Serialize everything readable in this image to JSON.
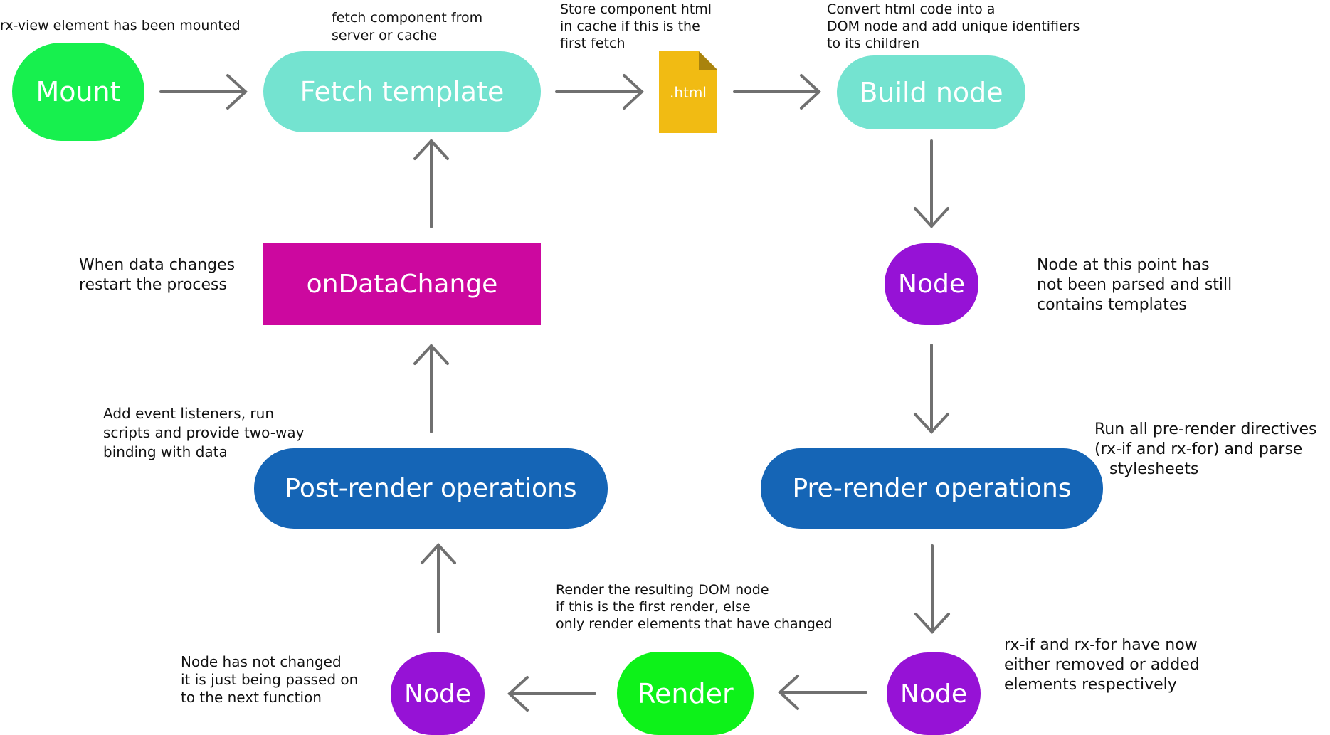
{
  "colors": {
    "mount": "#17f04e",
    "teal": "#74e3d0",
    "file": "#f1bb13",
    "file_fold": "#a9830d",
    "purple": "#9612d6",
    "blue": "#1565b6",
    "magenta": "#cc089f",
    "render": "#0df219",
    "arrow": "#707070"
  },
  "nodes": {
    "mount": "Mount",
    "fetch_template": "Fetch template",
    "build_node": "Build node",
    "node_parsed": "Node",
    "pre_render": "Pre-render operations",
    "node_directives": "Node",
    "render": "Render",
    "node_unchanged": "Node",
    "post_render": "Post-render operations",
    "on_data_change": "onDataChange"
  },
  "file_icon": {
    "icon": "html-file-icon",
    "label": ".html"
  },
  "notes": {
    "mounted": "rx-view element has been mounted",
    "fetch": "fetch component from\nserver or cache",
    "store": "Store component html\nin cache if this is the\nfirst fetch",
    "convert": "Convert html code into a\nDOM node and add unique identifiers\nto its children",
    "node_templates": "Node at this point has\nnot been parsed and still\ncontains templates",
    "pre_render": "Run all pre-render directives\n(rx-if and rx-for) and parse\n   stylesheets",
    "rx_if": "rx-if and rx-for have now\neither removed or added\nelements respectively",
    "render": "Render the resulting DOM node\nif this is the first render, else\nonly render elements that have changed",
    "node_unchanged": "Node has not changed\nit is just being passed on\nto the next function",
    "post_render": "Add event listeners, run\nscripts and provide two-way\nbinding with data",
    "data_change": "When data changes\nrestart the process"
  }
}
